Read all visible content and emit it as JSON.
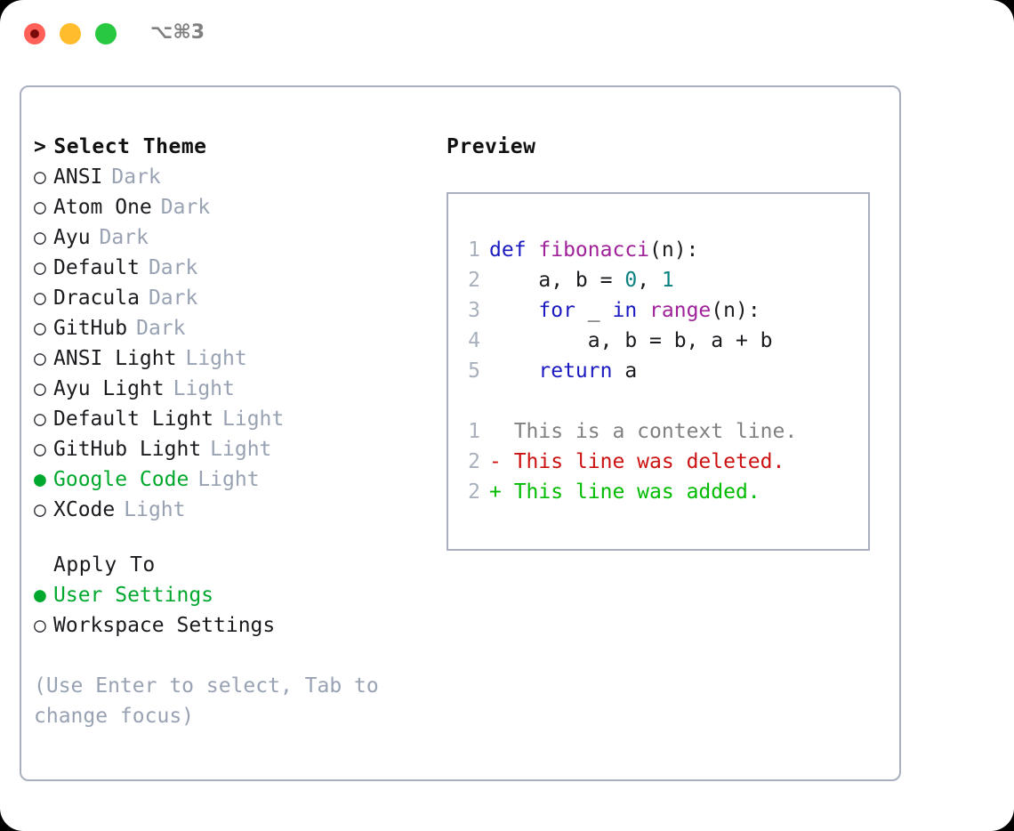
{
  "window": {
    "shortcut_title": "⌥⌘3",
    "traffic_lights": [
      {
        "name": "close",
        "color": "#ff6058"
      },
      {
        "name": "minimize",
        "color": "#ffbd2e"
      },
      {
        "name": "maximize",
        "color": "#28c840"
      }
    ]
  },
  "colors": {
    "panel_border": "#a8b0bf",
    "accent_green": "#00a82d",
    "tag_muted": "#98a2b3",
    "keyword_blue": "#1a1ac0",
    "function_magenta": "#a0229a",
    "number_teal": "#0b8080",
    "diff_delete_red": "#cc1111",
    "diff_add_green": "#00bb00",
    "line_number": "#a8b0bc"
  },
  "theme_list": {
    "header": "Select Theme",
    "header_caret": ">",
    "bullet_selected": "●",
    "bullet_unselected": "○",
    "items": [
      {
        "name": "ANSI",
        "tag": "Dark",
        "selected": false
      },
      {
        "name": "Atom One",
        "tag": "Dark",
        "selected": false
      },
      {
        "name": "Ayu",
        "tag": "Dark",
        "selected": false
      },
      {
        "name": "Default",
        "tag": "Dark",
        "selected": false
      },
      {
        "name": "Dracula",
        "tag": "Dark",
        "selected": false
      },
      {
        "name": "GitHub",
        "tag": "Dark",
        "selected": false
      },
      {
        "name": "ANSI Light",
        "tag": "Light",
        "selected": false
      },
      {
        "name": "Ayu Light",
        "tag": "Light",
        "selected": false
      },
      {
        "name": "Default Light",
        "tag": "Light",
        "selected": false
      },
      {
        "name": "GitHub Light",
        "tag": "Light",
        "selected": false
      },
      {
        "name": "Google Code",
        "tag": "Light",
        "selected": true
      },
      {
        "name": "XCode",
        "tag": "Light",
        "selected": false
      }
    ]
  },
  "apply_to": {
    "header": "Apply To",
    "items": [
      {
        "name": "User Settings",
        "selected": true
      },
      {
        "name": "Workspace Settings",
        "selected": false
      }
    ]
  },
  "hint": "(Use Enter to select, Tab to change focus)",
  "preview": {
    "header": "Preview",
    "code_lines": [
      {
        "lineno": "1",
        "tokens": [
          {
            "text": "def ",
            "cls": "kw"
          },
          {
            "text": "fibonacci",
            "cls": "fn"
          },
          {
            "text": "(n):",
            "cls": "pl"
          }
        ]
      },
      {
        "lineno": "2",
        "tokens": [
          {
            "text": "    a, b = ",
            "cls": "pl"
          },
          {
            "text": "0",
            "cls": "num"
          },
          {
            "text": ", ",
            "cls": "pl"
          },
          {
            "text": "1",
            "cls": "num"
          }
        ]
      },
      {
        "lineno": "3",
        "tokens": [
          {
            "text": "    for",
            "cls": "kw"
          },
          {
            "text": " _ ",
            "cls": "pl"
          },
          {
            "text": "in",
            "cls": "kw"
          },
          {
            "text": " ",
            "cls": "pl"
          },
          {
            "text": "range",
            "cls": "fn"
          },
          {
            "text": "(n):",
            "cls": "pl"
          }
        ]
      },
      {
        "lineno": "4",
        "tokens": [
          {
            "text": "        a, b = b, a + b",
            "cls": "pl"
          }
        ]
      },
      {
        "lineno": "5",
        "tokens": [
          {
            "text": "    return",
            "cls": "kw"
          },
          {
            "text": " a",
            "cls": "pl"
          }
        ]
      }
    ],
    "diff_lines": [
      {
        "lineno": "1",
        "marker": " ",
        "text": " This is a context line.",
        "kind": "ctx"
      },
      {
        "lineno": "2",
        "marker": "-",
        "text": " This line was deleted.",
        "kind": "del"
      },
      {
        "lineno": "2",
        "marker": "+",
        "text": " This line was added.",
        "kind": "add"
      }
    ]
  }
}
